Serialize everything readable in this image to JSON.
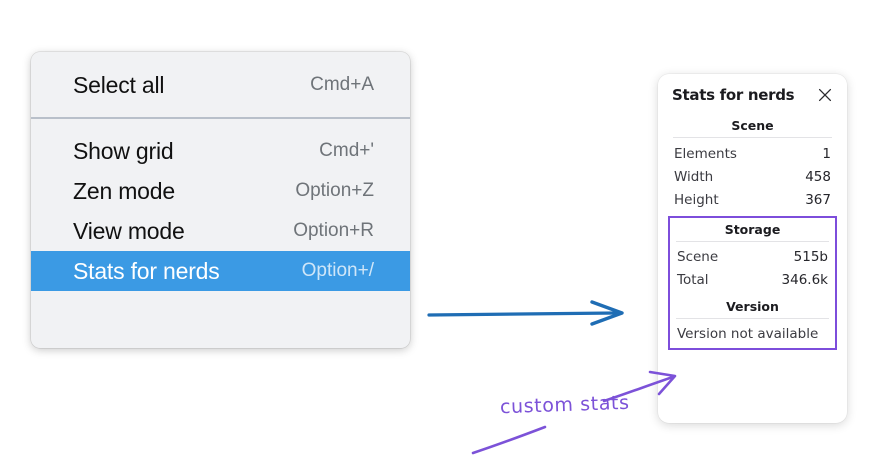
{
  "menu": {
    "name": "context-menu",
    "groups": [
      {
        "name": "group-top",
        "items": [
          {
            "label": "Select all",
            "shortcut": "Cmd+A",
            "selected": false
          }
        ]
      },
      {
        "name": "group-main",
        "items": [
          {
            "label": "Show grid",
            "shortcut": "Cmd+'",
            "selected": false
          },
          {
            "label": "Zen mode",
            "shortcut": "Option+Z",
            "selected": false
          },
          {
            "label": "View mode",
            "shortcut": "Option+R",
            "selected": false
          },
          {
            "label": "Stats for nerds",
            "shortcut": "Option+/",
            "selected": true
          }
        ]
      }
    ],
    "highlight_color": "#3b9ae4",
    "background_color": "#f1f2f4"
  },
  "stats_panel": {
    "title": "Stats for nerds",
    "close_icon": "close-icon",
    "scene": {
      "heading": "Scene",
      "rows": [
        {
          "label": "Elements",
          "value": "1"
        },
        {
          "label": "Width",
          "value": "458"
        },
        {
          "label": "Height",
          "value": "367"
        }
      ]
    },
    "storage": {
      "heading": "Storage",
      "rows": [
        {
          "label": "Scene",
          "value": "515b"
        },
        {
          "label": "Total",
          "value": "346.6k"
        }
      ]
    },
    "version": {
      "heading": "Version",
      "text": "Version not available"
    },
    "highlight_border_color": "#7d4ddb"
  },
  "annotations": {
    "hand_label": "custom stats",
    "hand_color": "#7c52d8",
    "arrow_color": "#1f6db4"
  }
}
